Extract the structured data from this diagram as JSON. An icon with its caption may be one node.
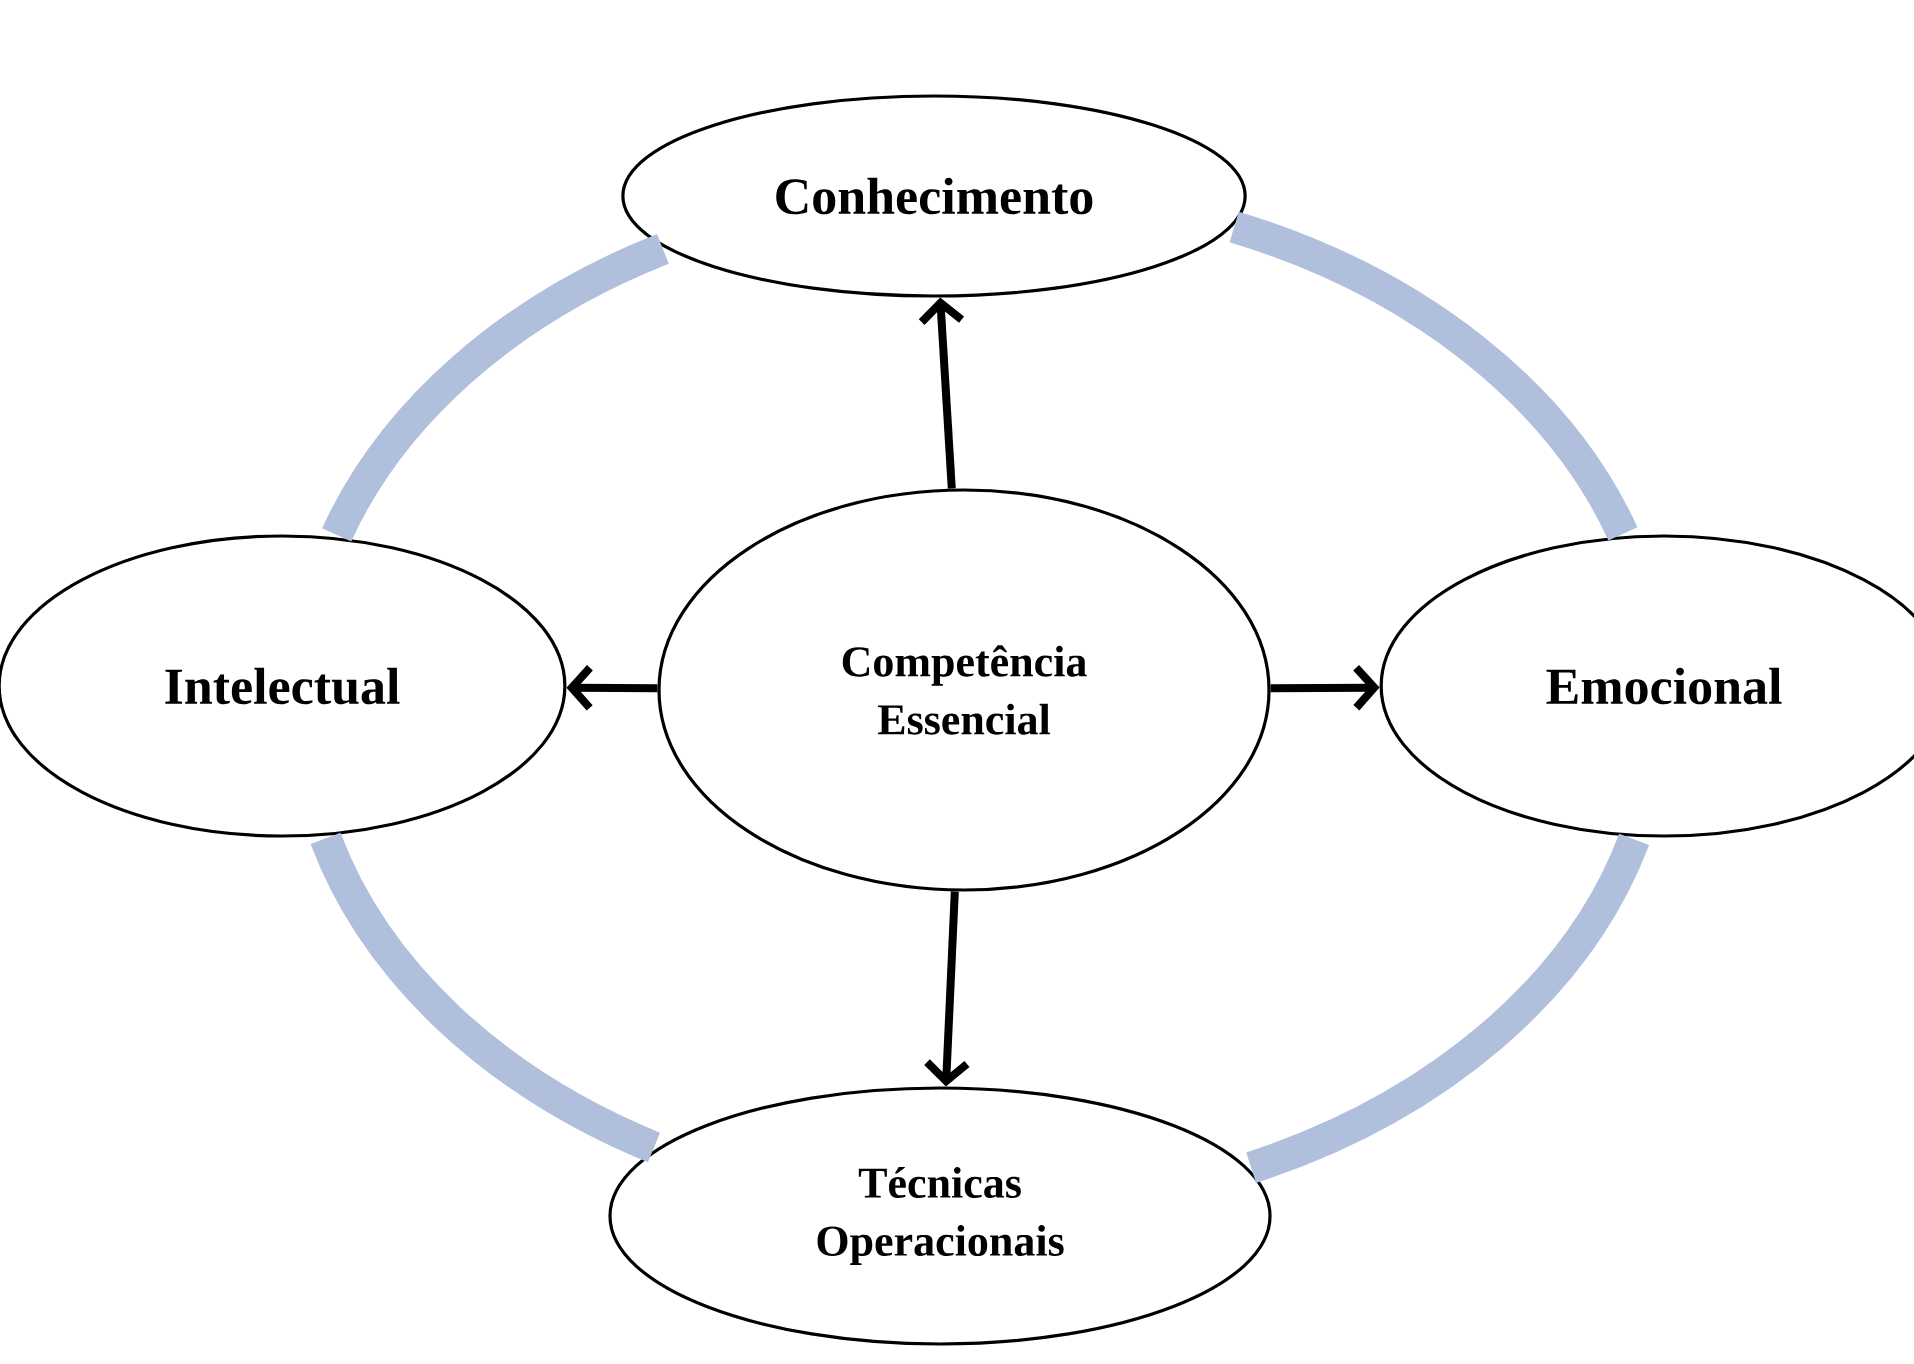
{
  "diagram": {
    "nodes": [
      {
        "text": [
          "Conhecimento"
        ]
      },
      {
        "text": [
          "Intelectual"
        ]
      },
      {
        "text": [
          "Competência Essencial"
        ]
      },
      {
        "text": [
          "Emocional"
        ]
      },
      {
        "text": [
          "Técnicas Operacionais"
        ]
      }
    ],
    "edges": [
      {
        "from": 2,
        "to": 0,
        "arrow": "to"
      },
      {
        "from": 2,
        "to": 1,
        "arrow": "to"
      },
      {
        "from": 2,
        "to": 3,
        "arrow": "to"
      },
      {
        "from": 2,
        "to": 4,
        "arrow": "to"
      },
      {
        "from": 0,
        "to": 3,
        "arrow": "none",
        "style": "thick",
        "color": "#b0bfdc"
      },
      {
        "from": 3,
        "to": 4,
        "arrow": "none",
        "style": "thick",
        "color": "#b0bfdc"
      },
      {
        "from": 4,
        "to": 1,
        "arrow": "none",
        "style": "thick",
        "color": "#b0bfdc"
      },
      {
        "from": 1,
        "to": 0,
        "arrow": "none",
        "style": "thick",
        "color": "#b0bfdc"
      }
    ]
  }
}
